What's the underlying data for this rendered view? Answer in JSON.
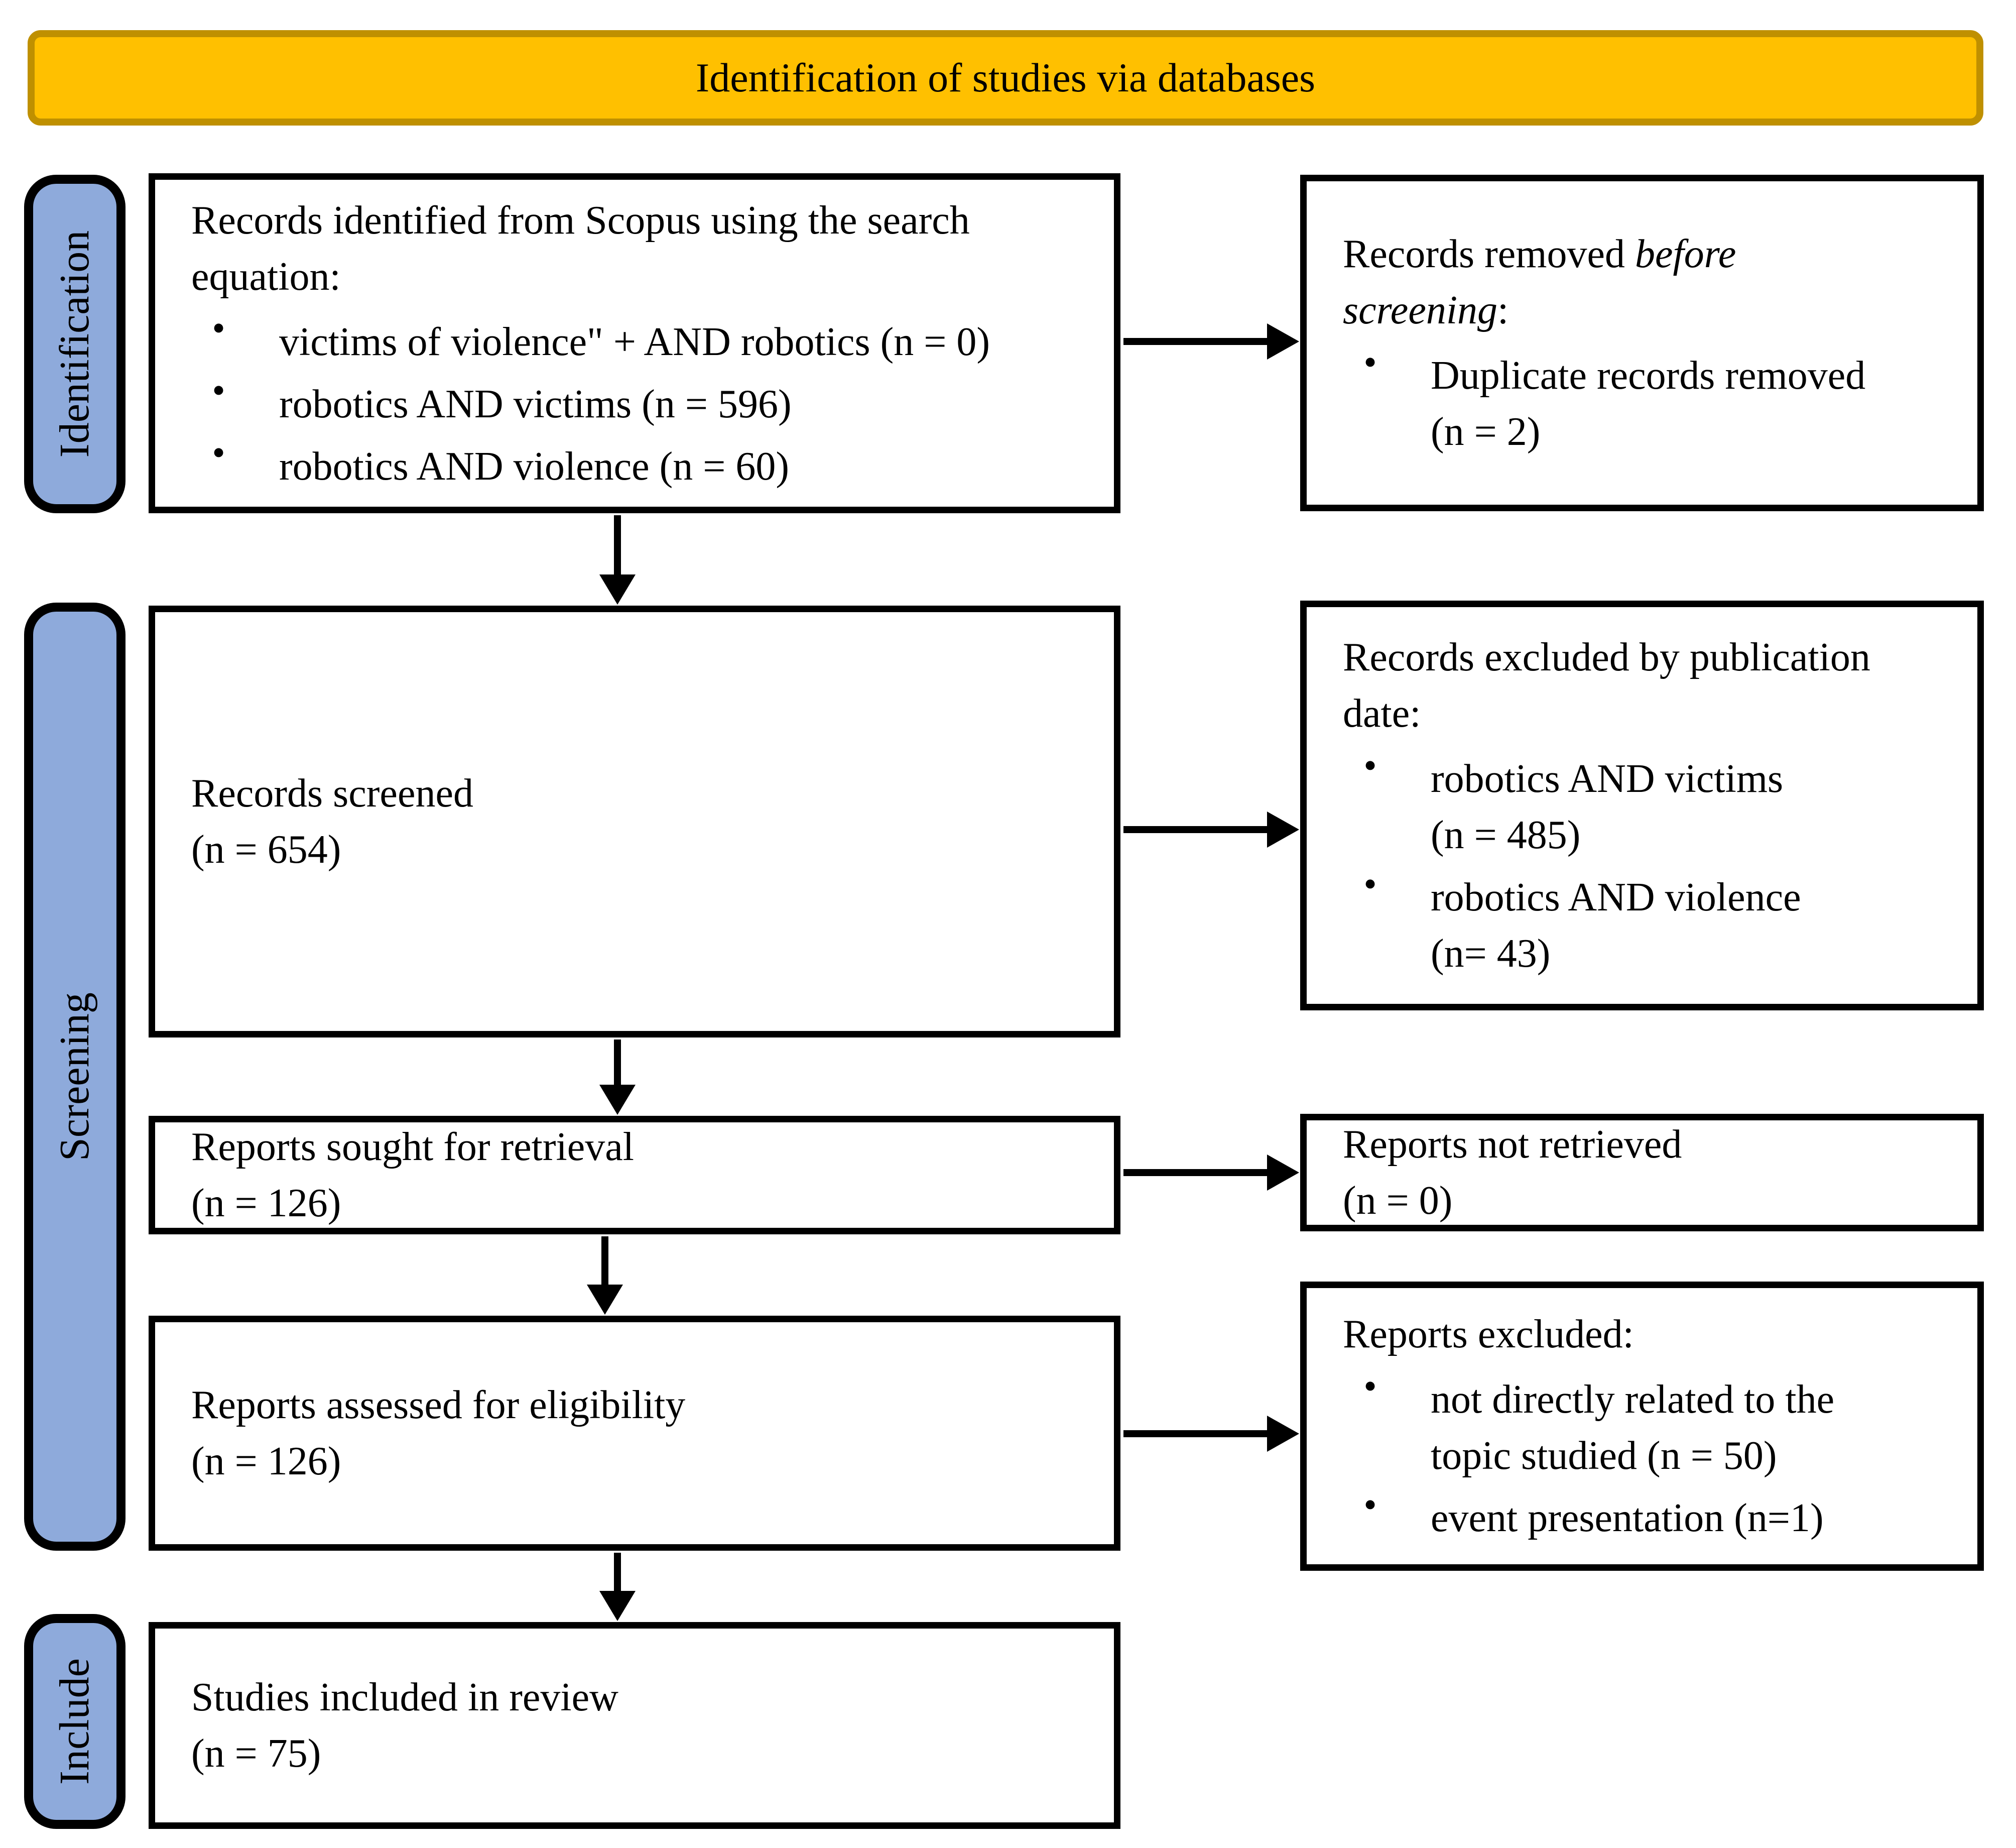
{
  "title": "Identification of studies via databases",
  "colors": {
    "title_fill": "#FFC000",
    "title_border": "#BF9000",
    "stage_fill": "#8EAADB",
    "stage_border": "#000000",
    "box_border": "#000000"
  },
  "stages": [
    {
      "label": "Identification"
    },
    {
      "label": "Screening"
    },
    {
      "label": "Include"
    }
  ],
  "boxes": {
    "records_identified": {
      "title": "Records identified from Scopus using the search equation:",
      "bullets": [
        "victims of violence\" + AND robotics (n = 0)",
        "robotics AND victims (n = 596)",
        "robotics AND violence (n = 60)"
      ]
    },
    "records_removed": {
      "title_prefix": "Records removed ",
      "title_italic": "before screening",
      "title_suffix": ":",
      "bullets": [
        "Duplicate records removed\n(n = 2)"
      ]
    },
    "records_screened": {
      "text": "Records screened\n(n = 654)"
    },
    "records_excluded_by_date": {
      "title": "Records excluded by publication date:",
      "bullets": [
        "robotics AND victims\n(n = 485)",
        "robotics AND violence\n(n= 43)"
      ]
    },
    "reports_sought": {
      "text": "Reports sought for retrieval\n(n = 126)"
    },
    "reports_not_retrieved": {
      "text": "Reports not retrieved\n(n = 0)"
    },
    "reports_assessed": {
      "text": "Reports assessed for eligibility\n(n = 126)"
    },
    "reports_excluded": {
      "title": "Reports excluded:",
      "bullets": [
        "not directly related to the\ntopic studied (n = 50)",
        "event presentation (n=1)"
      ]
    },
    "studies_included": {
      "text": "Studies included in review\n(n = 75)"
    }
  }
}
